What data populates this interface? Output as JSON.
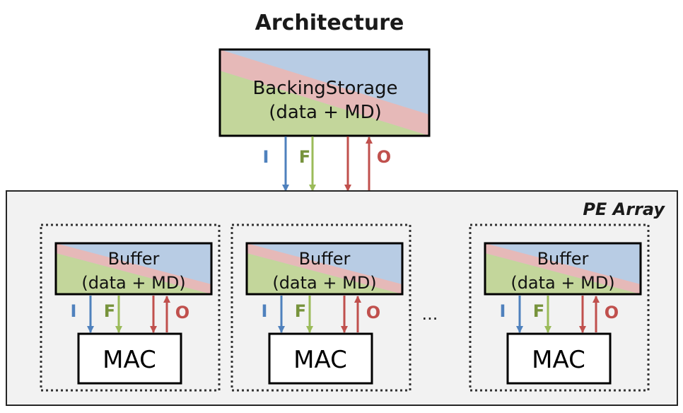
{
  "diagram": {
    "title": "Architecture",
    "backing_storage": {
      "line1": "BackingStorage",
      "line2": "(data + MD)"
    },
    "pe_array_label": "PE Array",
    "buffer": {
      "line1": "Buffer",
      "line2": "(data + MD)"
    },
    "mac_label": "MAC",
    "tensors": {
      "input": "I",
      "filter": "F",
      "output": "O"
    },
    "ellipsis": "...",
    "colors": {
      "input": "#4f81bd",
      "filter": "#9bbb59",
      "output": "#c0504d",
      "fill_blue": "#b8cce4",
      "fill_pink": "#e6b9b8",
      "fill_green": "#c3d69b",
      "pe_array_bg": "#f2f2f2"
    }
  }
}
